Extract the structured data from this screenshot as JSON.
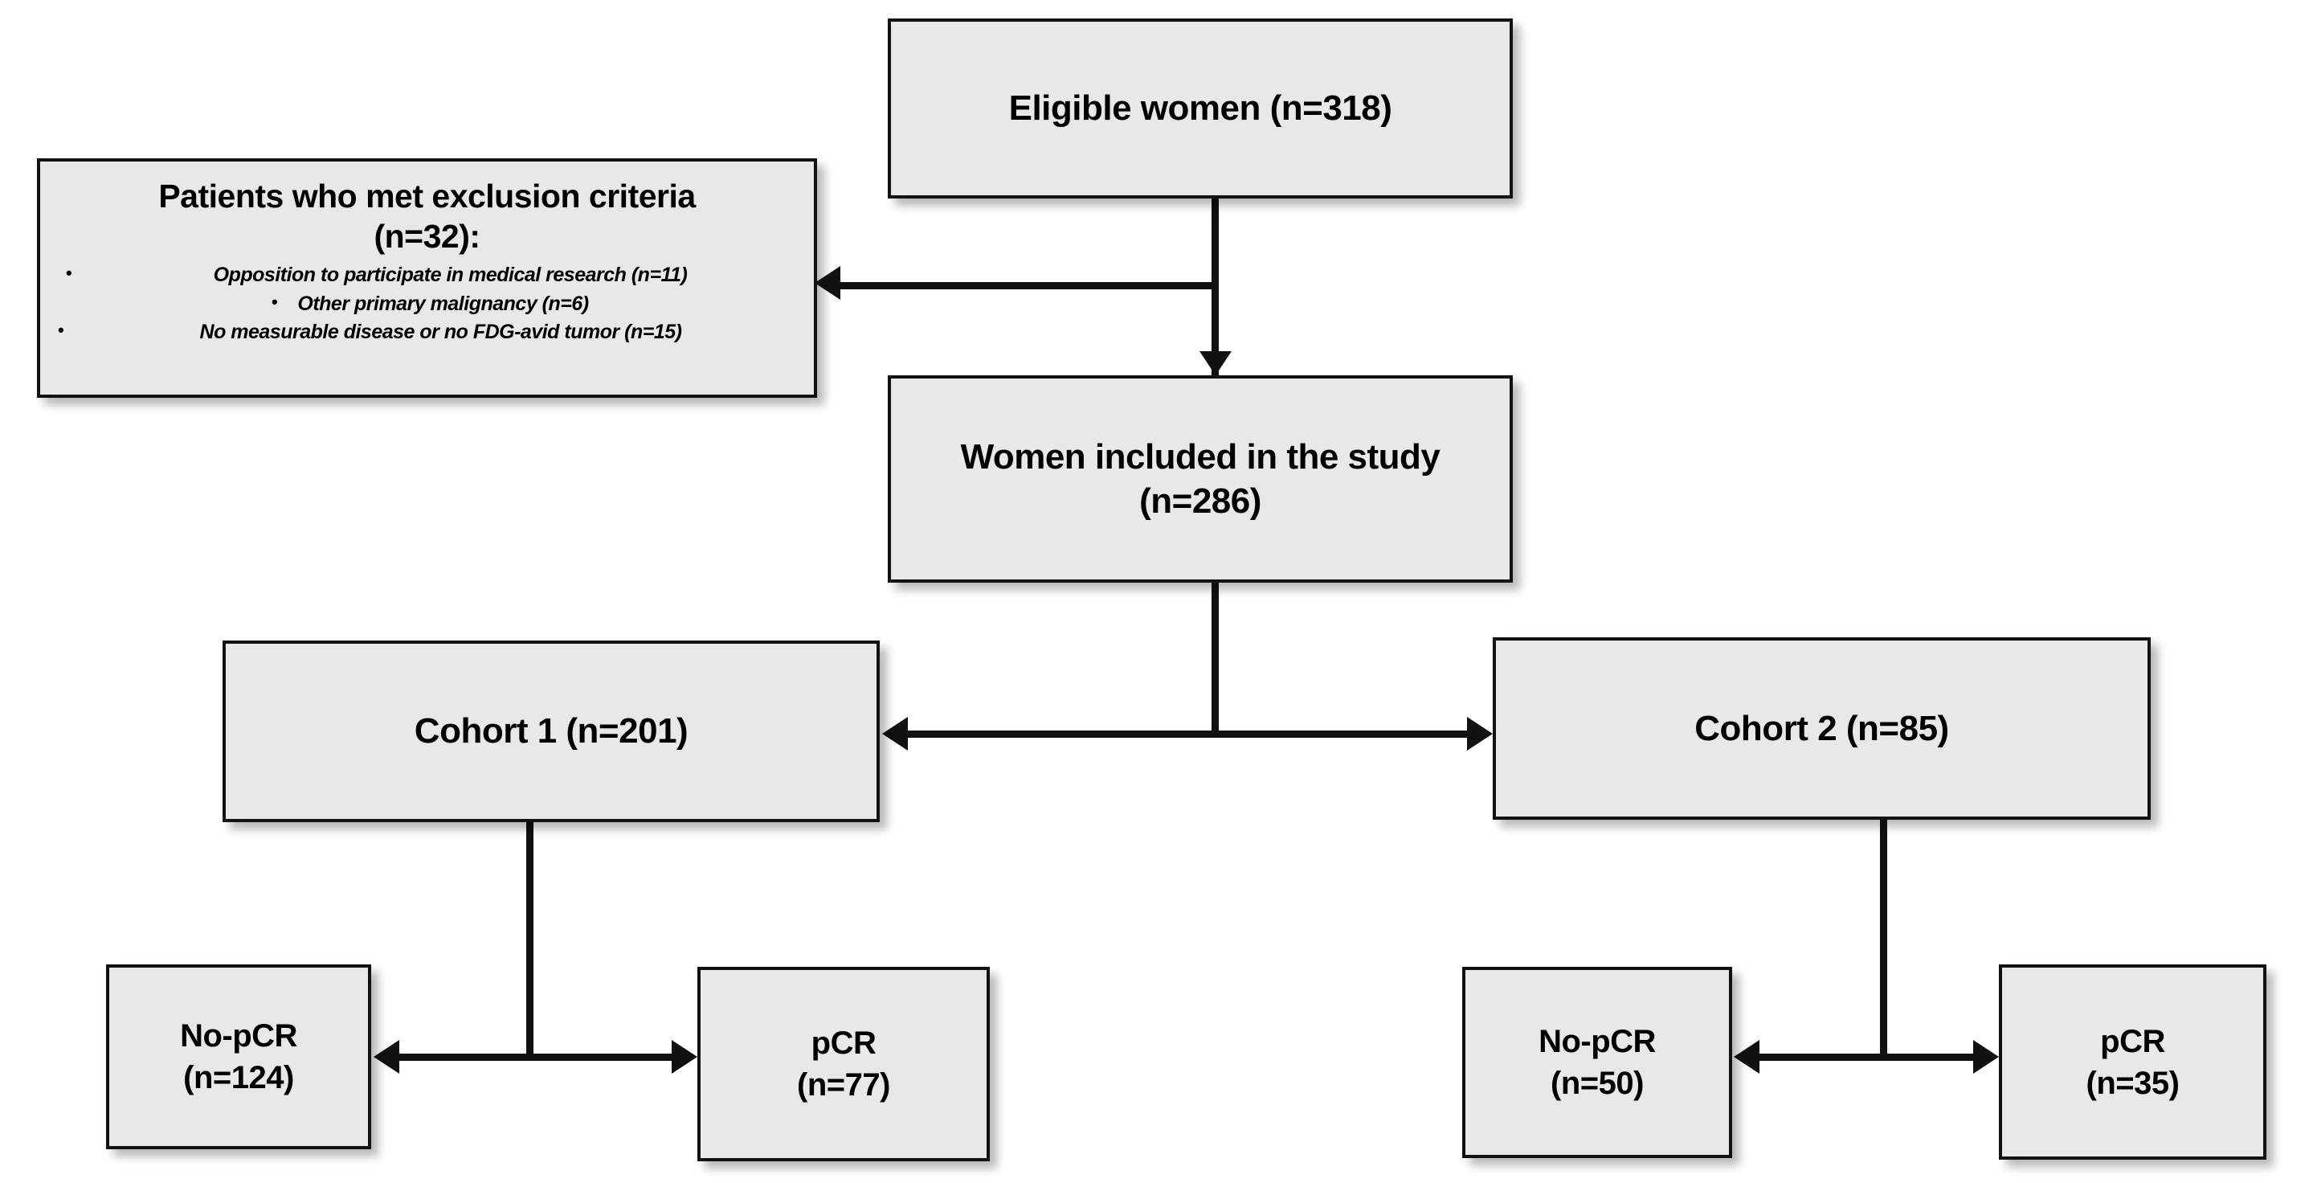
{
  "figure": {
    "type": "flowchart",
    "orientation": "top-down",
    "colors": {
      "box_fill": "#e8e8e8",
      "box_border": "#111111",
      "connector": "#111111",
      "background": "#ffffff",
      "text": "#000000"
    }
  },
  "nodes": {
    "eligible": {
      "label": "Eligible women (n=318)",
      "count": 318
    },
    "exclusion": {
      "title_line1": "Patients who met exclusion criteria",
      "title_line2": "(n=32):",
      "count": 32,
      "bullet": "•",
      "items": [
        {
          "text": "Opposition  to participate in medical research (n=11)",
          "count": 11
        },
        {
          "text": "Other primary malignancy (n=6)",
          "count": 6
        },
        {
          "text": "No measurable disease or no FDG-avid tumor (n=15)",
          "count": 15
        }
      ]
    },
    "included": {
      "line1": "Women included in the study",
      "line2": "(n=286)",
      "count": 286
    },
    "cohort1": {
      "label": "Cohort 1 (n=201)",
      "count": 201
    },
    "cohort2": {
      "label": "Cohort 2 (n=85)",
      "count": 85
    },
    "cohort1_nopcr": {
      "line1": "No-pCR",
      "line2": "(n=124)",
      "count": 124
    },
    "cohort1_pcr": {
      "line1": "pCR",
      "line2": "(n=77)",
      "count": 77
    },
    "cohort2_nopcr": {
      "line1": "No-pCR",
      "line2": "(n=50)",
      "count": 50
    },
    "cohort2_pcr": {
      "line1": "pCR",
      "line2": "(n=35)",
      "count": 35
    }
  },
  "edges": [
    {
      "from": "eligible",
      "to": "included",
      "arrow": "down"
    },
    {
      "from": "eligible",
      "to": "exclusion",
      "arrow": "left"
    },
    {
      "from": "included",
      "to": "cohort1",
      "arrow": "left"
    },
    {
      "from": "included",
      "to": "cohort2",
      "arrow": "right"
    },
    {
      "from": "cohort1",
      "to": "cohort1_nopcr",
      "arrow": "left"
    },
    {
      "from": "cohort1",
      "to": "cohort1_pcr",
      "arrow": "right"
    },
    {
      "from": "cohort2",
      "to": "cohort2_nopcr",
      "arrow": "left"
    },
    {
      "from": "cohort2",
      "to": "cohort2_pcr",
      "arrow": "right"
    }
  ]
}
